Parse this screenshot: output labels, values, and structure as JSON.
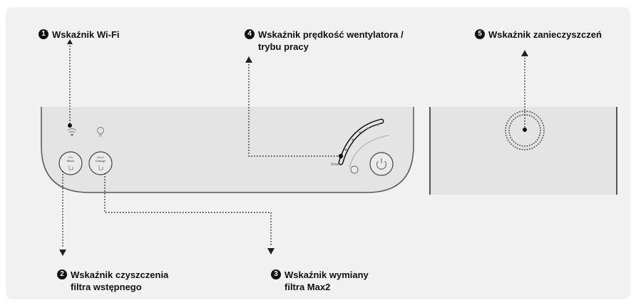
{
  "callouts": [
    {
      "number": "1",
      "lines": [
        "Wskaźnik Wi-Fi"
      ]
    },
    {
      "number": "2",
      "lines": [
        "Wskaźnik czyszczenia",
        "filtra wstępnego"
      ]
    },
    {
      "number": "3",
      "lines": [
        "Wskaźnik wymiany",
        "filtra Max2"
      ]
    },
    {
      "number": "4",
      "lines": [
        "Wskaźnik prędkość wentylatora /",
        "trybu pracy"
      ]
    },
    {
      "number": "5",
      "lines": [
        "Wskaźnik zanieczyszczeń"
      ]
    }
  ],
  "panel": {
    "prewash_button": {
      "line1": "Pre",
      "line2": "Wash"
    },
    "max2_button": {
      "line1": "Max2",
      "line2": "Change"
    },
    "smart_label": "Smart"
  },
  "icons": [
    "wifi-icon",
    "bulb-icon",
    "power-icon",
    "hand-icon"
  ],
  "colors": {
    "background": "#f1f1f1",
    "panel": "#e4e4e4",
    "ink": "#111111"
  }
}
